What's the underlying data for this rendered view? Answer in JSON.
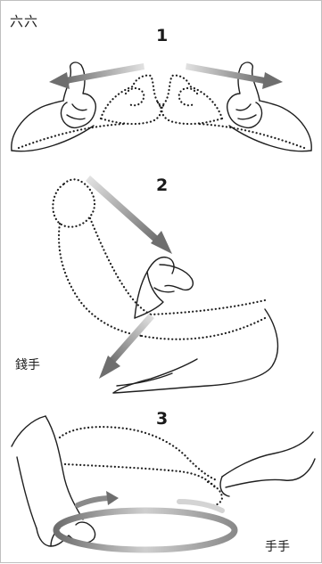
{
  "title": "六六",
  "steps": [
    "1",
    "2",
    "3"
  ],
  "captions": {
    "money": "錢手",
    "hands": "手手"
  },
  "colors": {
    "arrow_dark": "#6e6e6e",
    "arrow_light": "#d9d9d9",
    "ink": "#1f1f1f",
    "frame": "#bfbfbf"
  },
  "icons": [
    "arrow-left-icon",
    "arrow-right-icon",
    "arrow-down-icon",
    "arrow-curved-icon"
  ]
}
